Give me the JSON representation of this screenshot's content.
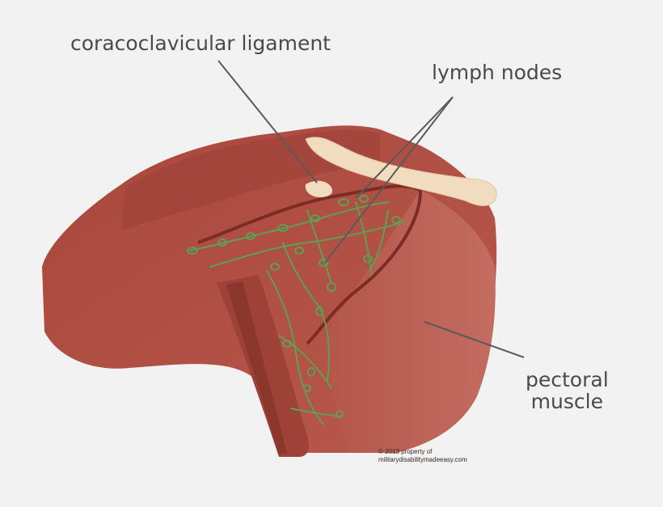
{
  "labels": {
    "coracoclavicular": "coracoclavicular ligament",
    "lymph_nodes": "lymph nodes",
    "pectoral_line1": "pectoral",
    "pectoral_line2": "muscle"
  },
  "copyright": {
    "line1": "© 2013 property of",
    "line2": "militarydisabilitymadeeasy.com"
  },
  "colors": {
    "background": "#f2f2f2",
    "muscle": "#b5574b",
    "muscle_dark": "#8a342c",
    "muscle_light": "#c9786b",
    "bone": "#f1dcc0",
    "lymph": "#5f9e55",
    "leader_line": "#5a5a5a",
    "label_text": "#4a4a4a"
  }
}
